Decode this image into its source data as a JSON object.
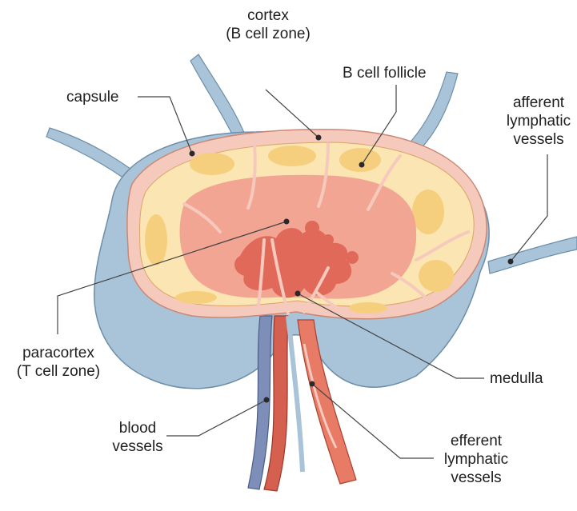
{
  "labels": {
    "cortex": [
      "cortex",
      "(B cell zone)"
    ],
    "b_cell_follicle": "B cell follicle",
    "capsule": "capsule",
    "afferent": [
      "afferent",
      "lymphatic",
      "vessels"
    ],
    "paracortex": [
      "paracortex",
      "(T cell zone)"
    ],
    "medulla": "medulla",
    "blood_vessels": [
      "blood",
      "vessels"
    ],
    "efferent": [
      "efferent",
      "lymphatic",
      "vessels"
    ]
  },
  "colors": {
    "connective_blue": "#a9c3d9",
    "blue_outline": "#6c8ea8",
    "capsule_pink": "#f6c9bd",
    "follicle_cream": "#fbe6b3",
    "follicle_core": "#f5cf7e",
    "paracortex": "#f2a593",
    "medulla": "#e0695a",
    "blood_red": "#d6604f",
    "blood_blue": "#7d8fb8"
  }
}
